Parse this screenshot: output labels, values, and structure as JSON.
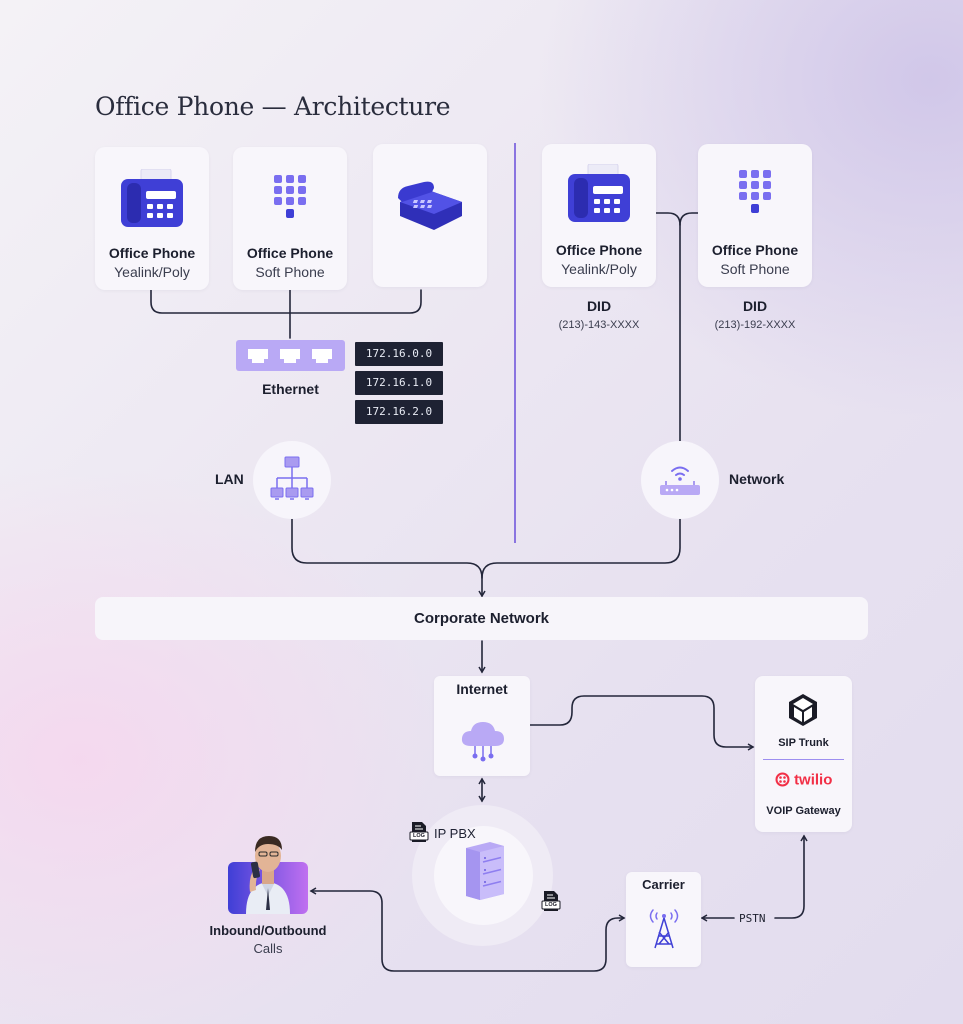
{
  "title": "Office Phone — Architecture",
  "left_devices": [
    {
      "title": "Office Phone",
      "subtitle": "Yealink/Poly",
      "icon": "desk-phone-icon"
    },
    {
      "title": "Office Phone",
      "subtitle": "Soft Phone",
      "icon": "keypad-icon"
    },
    {
      "title": "",
      "subtitle": "",
      "icon": "telephone-icon"
    }
  ],
  "right_devices": [
    {
      "title": "Office Phone",
      "subtitle": "Yealink/Poly",
      "icon": "desk-phone-icon",
      "did_label": "DID",
      "did_number": "(213)-143-XXXX"
    },
    {
      "title": "Office Phone",
      "subtitle": "Soft Phone",
      "icon": "keypad-icon",
      "did_label": "DID",
      "did_number": "(213)-192-XXXX"
    }
  ],
  "ethernet": {
    "label": "Ethernet",
    "subnets": [
      "172.16.0.0",
      "172.16.1.0",
      "172.16.2.0"
    ]
  },
  "lan": {
    "label": "LAN",
    "icon": "lan-topology-icon"
  },
  "network": {
    "label": "Network",
    "icon": "wifi-router-icon"
  },
  "corporate_network": {
    "label": "Corporate Network"
  },
  "internet": {
    "label": "Internet",
    "icon": "cloud-icon"
  },
  "sip": {
    "trunk_label": "SIP Trunk",
    "brand": "twilio",
    "gateway_label": "VOIP Gateway"
  },
  "pbx": {
    "label": "IP PBX",
    "log_badge": "LOG"
  },
  "carrier": {
    "label": "Carrier",
    "icon": "cell-tower-icon",
    "link_label": "PSTN"
  },
  "calls": {
    "title": "Inbound/Outbound",
    "subtitle": "Calls"
  },
  "colors": {
    "accent": "#5b4fe0",
    "indigo": "#3f3fd6",
    "lavender": "#a99bf0",
    "line": "#23263a",
    "twilio_red": "#f22f46"
  }
}
